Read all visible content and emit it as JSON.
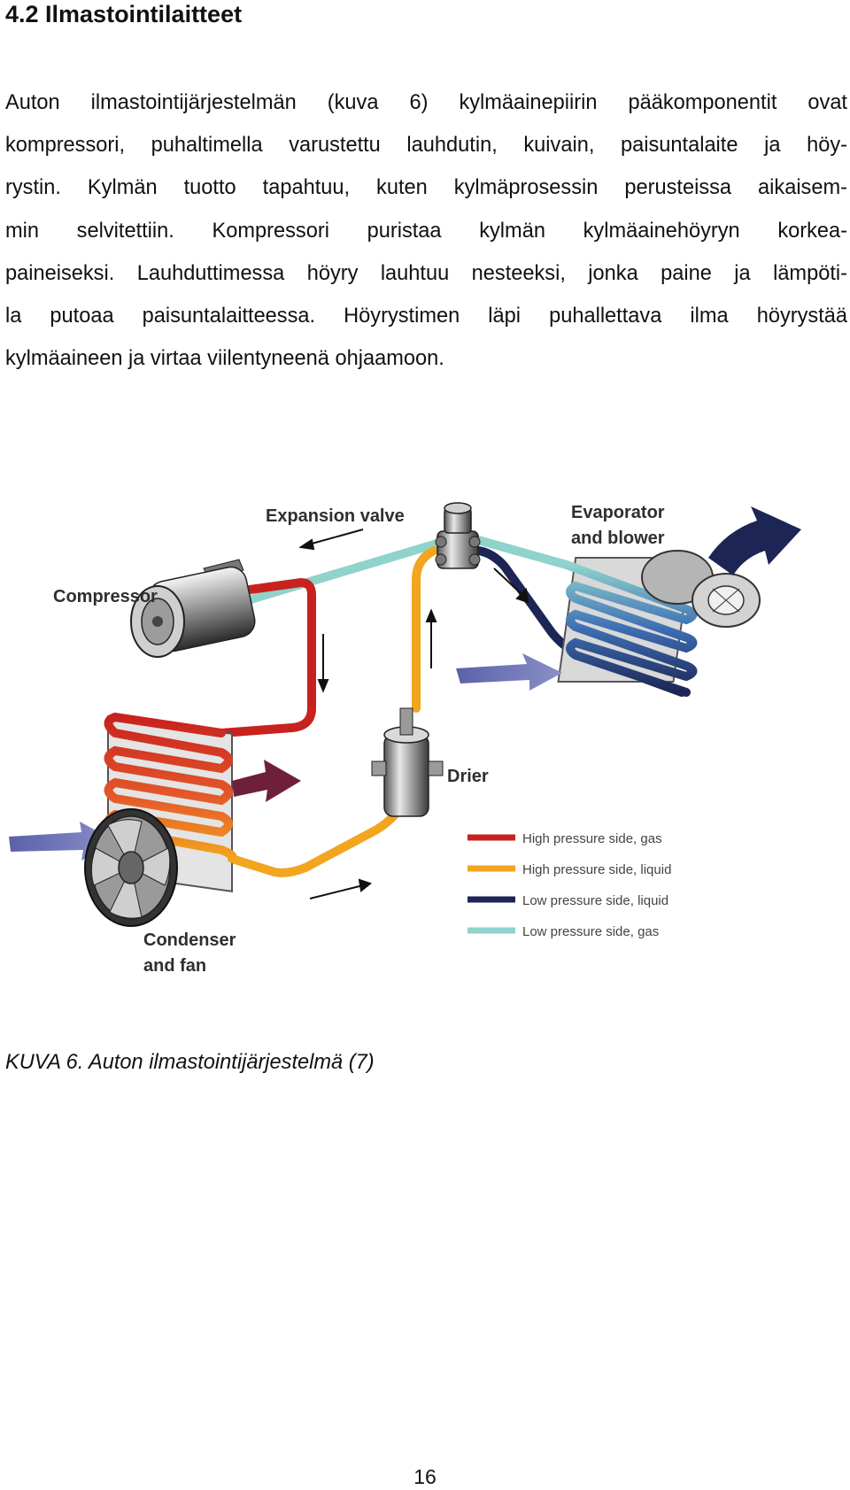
{
  "heading": "4.2 Ilmastointilaitteet",
  "paragraph_lines": [
    "Auton ilmastointijärjestelmän (kuva 6) kylmäainepiirin pääkomponentit ovat",
    "kompressori, puhaltimella varustettu lauhdutin, kuivain, paisuntalaite ja höy-",
    "rystin. Kylmän tuotto tapahtuu, kuten kylmäprosessin perusteissa aikaisem-",
    "min selvitettiin. Kompressori puristaa kylmän kylmäainehöyryn korkea-",
    "paineiseksi. Lauhduttimessa höyry lauhtuu nesteeksi, jonka paine ja lämpöti-",
    "la putoaa paisuntalaitteessa. Höyrystimen läpi puhallettava ilma höyrystää",
    "kylmäaineen ja virtaa viilentyneenä ohjaamoon."
  ],
  "figure": {
    "labels": {
      "expansion_valve": "Expansion valve",
      "evaporator_line1": "Evaporator",
      "evaporator_line2": "and blower",
      "compressor": "Compressor",
      "drier": "Drier",
      "condenser_line1": "Condenser",
      "condenser_line2": "and fan"
    },
    "legend": [
      {
        "label": "High pressure side, gas",
        "color": "#c8221e"
      },
      {
        "label": "High pressure side, liquid",
        "color": "#f2a51f"
      },
      {
        "label": "Low pressure side, liquid",
        "color": "#1c2554"
      },
      {
        "label": "Low pressure side, gas",
        "color": "#8fd3cc"
      }
    ]
  },
  "caption": "KUVA 6. Auton ilmastointijärjestelmä (7)",
  "page_number": "16"
}
